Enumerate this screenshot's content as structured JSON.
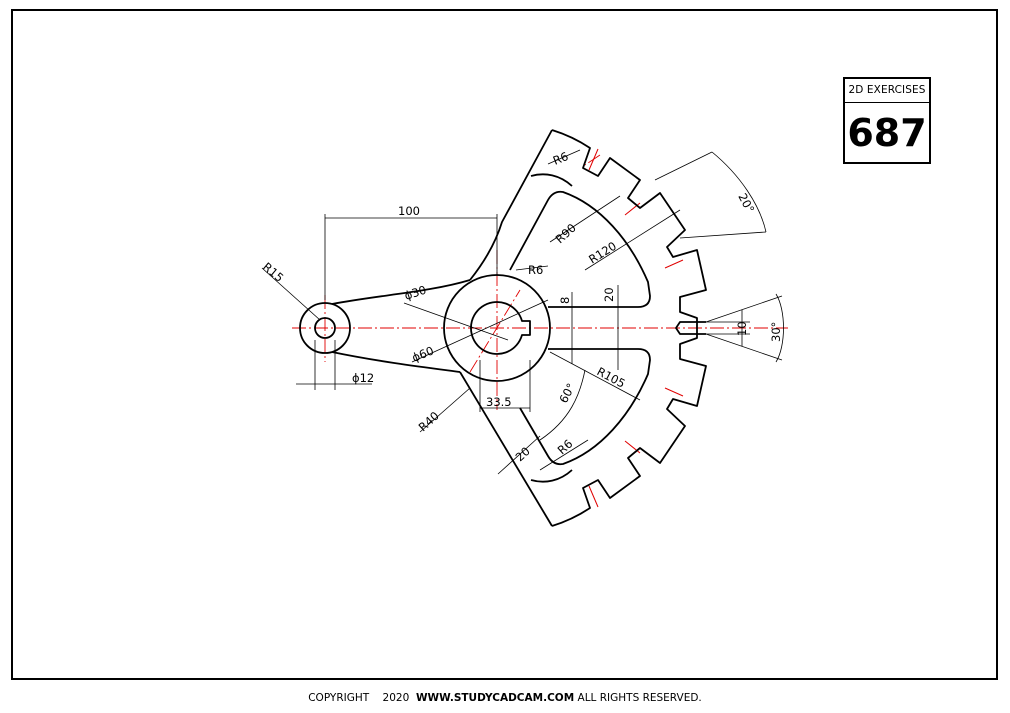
{
  "badge": {
    "label": "2D EXERCISES",
    "number": "687"
  },
  "footer": {
    "copyright": "COPYRIGHT",
    "year": "2020",
    "site": "WWW.STUDYCADCAM.COM",
    "rights": "ALL RIGHTS RESERVED."
  },
  "dimensions": {
    "r15": "R15",
    "d12": "ϕ12",
    "len100": "100",
    "d30": "ϕ30",
    "d60": "ϕ60",
    "r40": "R40",
    "w33_5": "33.5",
    "r6_top": "R6",
    "r6_hub": "R6",
    "r6_bottom": "R6",
    "r90": "R90",
    "r120": "R120",
    "r105": "R105",
    "w8": "8",
    "w20_slot": "20",
    "w20_rib": "20",
    "ang60": "60°",
    "ang20": "20°",
    "ang30": "30°",
    "w10": "10"
  },
  "colors": {
    "outline": "#000000",
    "centerline": "#e00000",
    "dimension": "#000000"
  }
}
